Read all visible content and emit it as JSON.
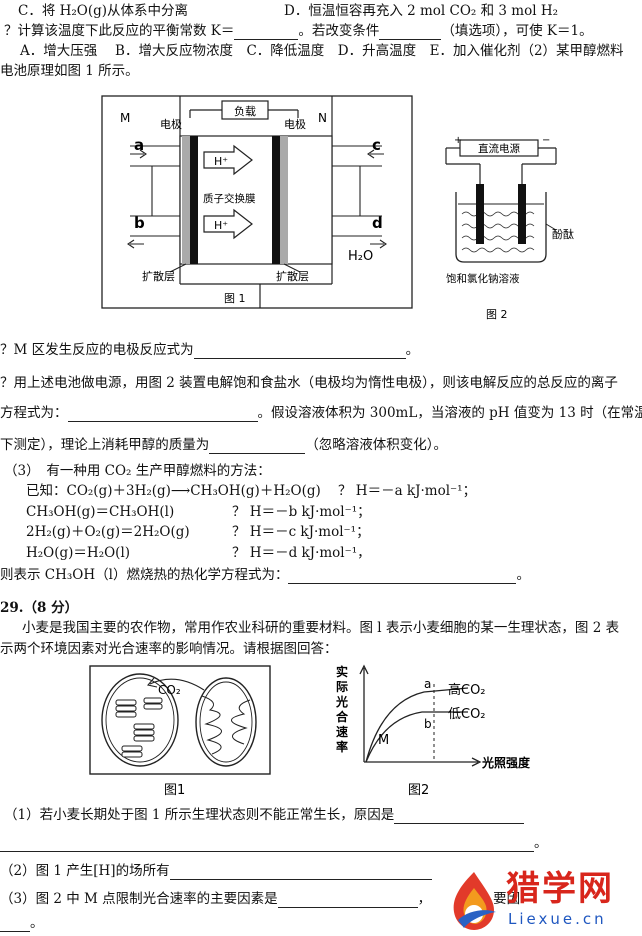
{
  "q_top": {
    "opt_c": "C．将 H₂O(g)从体系中分离",
    "opt_d": "D．恒温恒容再充入 2 mol CO₂ 和 3 mol H₂",
    "line2_a": "？计算该温度下此反应的平衡常数 K＝",
    "line2_b": "。若改变条件",
    "line2_c": "（填选项），可使 K＝1。",
    "line3": "A．增大压强　 B．增大反应物浓度　C．降低温度　D．升高温度　E．加入催化剂（2）某甲醇燃料",
    "line4": "电池原理如图 1 所示。"
  },
  "fig1": {
    "M": "M",
    "N": "N",
    "electrode_l": "电极",
    "electrode_r": "电极",
    "load": "负载",
    "a": "a",
    "b": "b",
    "c": "c",
    "d": "d",
    "h1": "H⁺",
    "h2": "H⁺",
    "membrane": "质子交换膜",
    "diff_l": "扩散层",
    "diff_r": "扩散层",
    "h2o": "H₂O",
    "caption": "图 1"
  },
  "fig2": {
    "power": "直流电源",
    "plus": "+",
    "minus": "−",
    "phenol": "酚酞",
    "solution": "饱和氯化钠溶液",
    "caption": "图 2"
  },
  "q_mid": {
    "m_reaction": "？M 区发生反应的电极反应式为",
    "end_period": "。",
    "elec_a": "？用上述电池做电源，用图 2 装置电解饱和食盐水（电极均为惰性电极），则该电解反应的总反应的离子",
    "elec_b": "方程式为：",
    "elec_c": "。假设溶液体积为 300mL，当溶液的 pH 值变为 13 时（在常温",
    "elec_d": "下测定），理论上消耗甲醇的质量为",
    "elec_e": "（忽略溶液体积变化）。"
  },
  "q3": {
    "intro": "（3）　有一种用 CO₂ 生产甲醇燃料的方法：",
    "known": "已知：",
    "r1": "CO₂(g)＋3H₂(g)⟶CH₃OH(g)＋H₂O(g)",
    "h1": "？ H＝－a kJ·mol⁻¹；",
    "r2": "CH₃OH(g)＝CH₃OH(l)",
    "h2": "？ H＝－b kJ·mol⁻¹；",
    "r3": "2H₂(g)＋O₂(g)＝2H₂O(g)",
    "h3": "？ H＝－c kJ·mol⁻¹；",
    "r4": "H₂O(g)＝H₂O(l)",
    "h4": "？ H＝－d kJ·mol⁻¹，",
    "ask": "则表示 CH₃OH（l）燃烧热的热化学方程式为：",
    "ask_end": "。"
  },
  "q29": {
    "title": "29.（8 分）",
    "p1": "小麦是我国主要的农作物，常用作农业科研的重要材料。图 l 表示小麦细胞的某一生理状态，图 2 表",
    "p2": "示两个环境因素对光合速率的影响情况。请根据图回答：",
    "fig1_label": "CO₂",
    "fig1_caption": "图1",
    "fig2_y": [
      "实",
      "际",
      "光",
      "合",
      "速",
      "率"
    ],
    "fig2_x": "光照强度",
    "high": "高CO₂",
    "low": "低CO₂",
    "pt_a": "a",
    "pt_b": "b",
    "pt_m": "M",
    "fig2_caption": "图2",
    "sub1": "（1）若小麦长期处于图 1 所示生理状态则不能正常生长，原因是",
    "sub1_end": "。",
    "sub2": "（2）图 1 产生[H]的场所有",
    "sub3": "（3）图 2 中 M 点限制光合速率的主要因素是",
    "sub3_tail": "，",
    "sub3_more": "要因",
    "end_period": "。"
  },
  "watermark": {
    "brand": "猎学网",
    "url": "Liexue.cn"
  }
}
